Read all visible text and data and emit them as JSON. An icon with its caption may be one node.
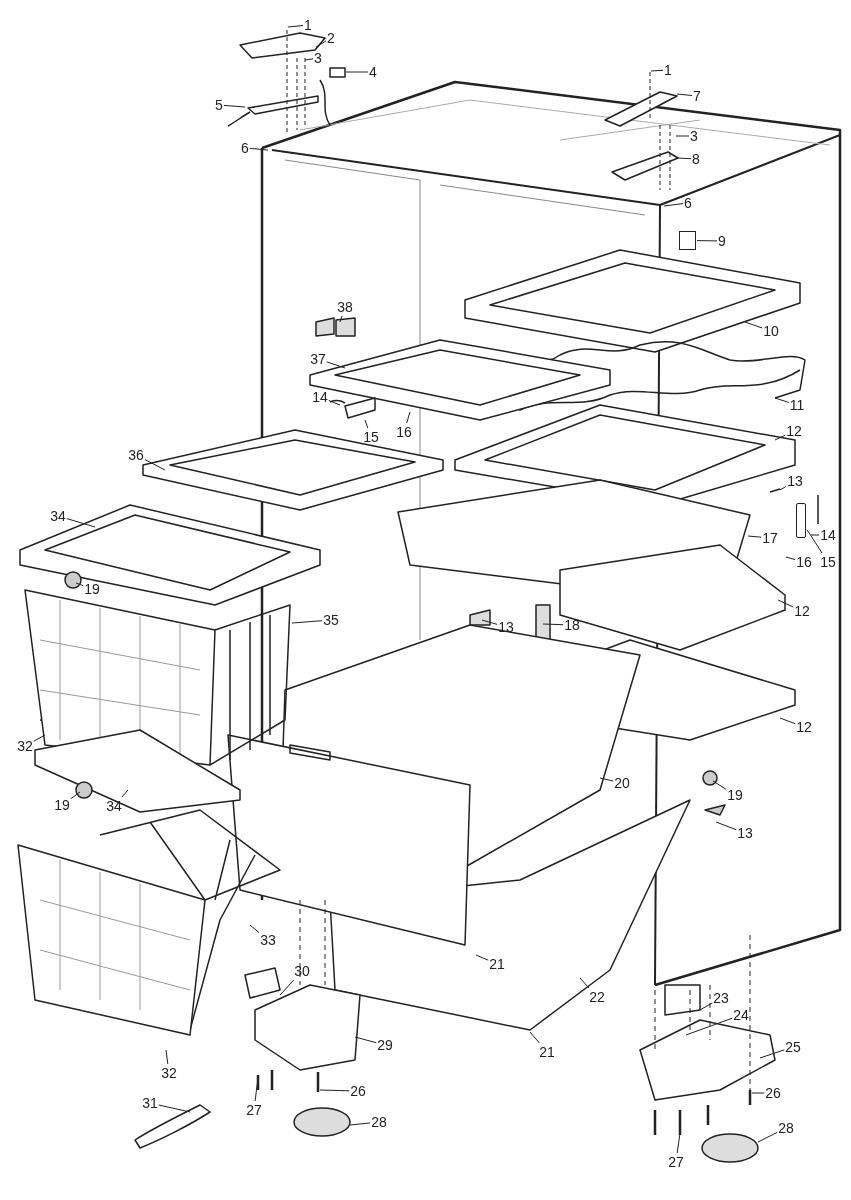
{
  "diagram": {
    "nodes": [
      {
        "text": [
          "1"
        ]
      },
      {
        "text": [
          "2"
        ]
      },
      {
        "text": [
          "3"
        ]
      },
      {
        "text": [
          "4"
        ]
      },
      {
        "text": [
          "5"
        ]
      },
      {
        "text": [
          "6"
        ]
      },
      {
        "text": [
          "1"
        ]
      },
      {
        "text": [
          "7"
        ]
      },
      {
        "text": [
          "3"
        ]
      },
      {
        "text": [
          "8"
        ]
      },
      {
        "text": [
          "6"
        ]
      },
      {
        "text": [
          "9"
        ]
      },
      {
        "text": [
          "10"
        ]
      },
      {
        "text": [
          "11"
        ]
      },
      {
        "text": [
          "38"
        ]
      },
      {
        "text": [
          "37"
        ]
      },
      {
        "text": [
          "14"
        ]
      },
      {
        "text": [
          "15"
        ]
      },
      {
        "text": [
          "16"
        ]
      },
      {
        "text": [
          "36"
        ]
      },
      {
        "text": [
          "12"
        ]
      },
      {
        "text": [
          "13"
        ]
      },
      {
        "text": [
          "34"
        ]
      },
      {
        "text": [
          "14"
        ]
      },
      {
        "text": [
          "17"
        ]
      },
      {
        "text": [
          "16"
        ]
      },
      {
        "text": [
          "15"
        ]
      },
      {
        "text": [
          "19"
        ]
      },
      {
        "text": [
          "35"
        ]
      },
      {
        "text": [
          "13"
        ]
      },
      {
        "text": [
          "18"
        ]
      },
      {
        "text": [
          "12"
        ]
      },
      {
        "text": [
          "12"
        ]
      },
      {
        "text": [
          "32"
        ]
      },
      {
        "text": [
          "20"
        ]
      },
      {
        "text": [
          "19"
        ]
      },
      {
        "text": [
          "19"
        ]
      },
      {
        "text": [
          "34"
        ]
      },
      {
        "text": [
          "13"
        ]
      },
      {
        "text": [
          "33"
        ]
      },
      {
        "text": [
          "21"
        ]
      },
      {
        "text": [
          "22"
        ]
      },
      {
        "text": [
          "23"
        ]
      },
      {
        "text": [
          "21"
        ]
      },
      {
        "text": [
          "24"
        ]
      },
      {
        "text": [
          "30"
        ]
      },
      {
        "text": [
          "25"
        ]
      },
      {
        "text": [
          "29"
        ]
      },
      {
        "text": [
          "32"
        ]
      },
      {
        "text": [
          "26"
        ]
      },
      {
        "text": [
          "26"
        ]
      },
      {
        "text": [
          "27"
        ]
      },
      {
        "text": [
          "27"
        ]
      },
      {
        "text": [
          "31"
        ]
      },
      {
        "text": [
          "28"
        ]
      },
      {
        "text": [
          "28"
        ]
      },
      {
        "text": [],
        "shape": "box"
      },
      {
        "text": [],
        "shape": "bar"
      }
    ],
    "edges": [
      {
        "from": 0,
        "to": null,
        "arrow": "none"
      },
      {
        "from": 1,
        "to": null,
        "arrow": "none"
      },
      {
        "from": 2,
        "to": null,
        "arrow": "none"
      },
      {
        "from": 3,
        "to": null,
        "arrow": "none"
      },
      {
        "from": 4,
        "to": null,
        "arrow": "none"
      },
      {
        "from": 5,
        "to": null,
        "arrow": "none"
      },
      {
        "from": 6,
        "to": null,
        "arrow": "none"
      },
      {
        "from": 7,
        "to": null,
        "arrow": "none"
      },
      {
        "from": 8,
        "to": null,
        "arrow": "none"
      },
      {
        "from": 9,
        "to": null,
        "arrow": "none"
      },
      {
        "from": 10,
        "to": null,
        "arrow": "none"
      },
      {
        "from": 11,
        "to": 56,
        "arrow": "none"
      },
      {
        "from": 12,
        "to": null,
        "arrow": "none"
      },
      {
        "from": 13,
        "to": null,
        "arrow": "none"
      },
      {
        "from": 14,
        "to": null,
        "arrow": "none"
      },
      {
        "from": 15,
        "to": null,
        "arrow": "none"
      },
      {
        "from": 16,
        "to": null,
        "arrow": "none"
      },
      {
        "from": 17,
        "to": null,
        "arrow": "none"
      },
      {
        "from": 18,
        "to": null,
        "arrow": "none"
      },
      {
        "from": 19,
        "to": null,
        "arrow": "none"
      },
      {
        "from": 20,
        "to": null,
        "arrow": "none"
      },
      {
        "from": 21,
        "to": null,
        "arrow": "none"
      },
      {
        "from": 22,
        "to": null,
        "arrow": "none"
      },
      {
        "from": 23,
        "to": null,
        "arrow": "none"
      },
      {
        "from": 24,
        "to": null,
        "arrow": "none"
      },
      {
        "from": 25,
        "to": null,
        "arrow": "none"
      },
      {
        "from": 26,
        "to": 57,
        "arrow": "none"
      },
      {
        "from": 27,
        "to": null,
        "arrow": "none"
      },
      {
        "from": 28,
        "to": null,
        "arrow": "none"
      },
      {
        "from": 29,
        "to": null,
        "arrow": "none"
      },
      {
        "from": 30,
        "to": null,
        "arrow": "none"
      },
      {
        "from": 31,
        "to": null,
        "arrow": "none"
      },
      {
        "from": 32,
        "to": null,
        "arrow": "none"
      },
      {
        "from": 33,
        "to": null,
        "arrow": "none"
      },
      {
        "from": 34,
        "to": null,
        "arrow": "none"
      },
      {
        "from": 35,
        "to": null,
        "arrow": "none"
      },
      {
        "from": 36,
        "to": null,
        "arrow": "none"
      },
      {
        "from": 37,
        "to": null,
        "arrow": "none"
      },
      {
        "from": 38,
        "to": null,
        "arrow": "none"
      },
      {
        "from": 39,
        "to": null,
        "arrow": "none"
      },
      {
        "from": 40,
        "to": null,
        "arrow": "none"
      },
      {
        "from": 41,
        "to": null,
        "arrow": "none"
      },
      {
        "from": 42,
        "to": null,
        "arrow": "none"
      },
      {
        "from": 43,
        "to": null,
        "arrow": "none"
      },
      {
        "from": 44,
        "to": null,
        "arrow": "none"
      },
      {
        "from": 45,
        "to": null,
        "arrow": "none"
      },
      {
        "from": 46,
        "to": null,
        "arrow": "none"
      },
      {
        "from": 47,
        "to": null,
        "arrow": "none"
      },
      {
        "from": 48,
        "to": null,
        "arrow": "none"
      },
      {
        "from": 49,
        "to": null,
        "arrow": "none"
      },
      {
        "from": 50,
        "to": null,
        "arrow": "none"
      },
      {
        "from": 51,
        "to": null,
        "arrow": "none"
      },
      {
        "from": 52,
        "to": null,
        "arrow": "none"
      },
      {
        "from": 53,
        "to": null,
        "arrow": "none"
      },
      {
        "from": 54,
        "to": null,
        "arrow": "none"
      },
      {
        "from": 55,
        "to": null,
        "arrow": "none"
      }
    ]
  }
}
